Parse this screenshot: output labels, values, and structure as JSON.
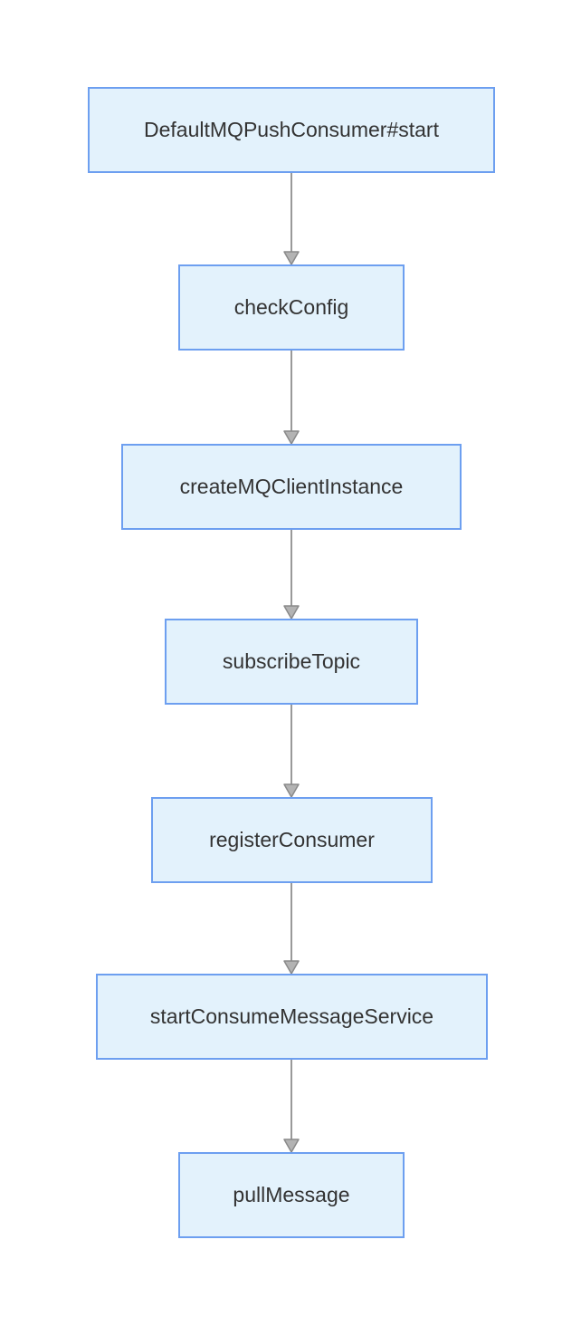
{
  "diagram": {
    "type": "flowchart",
    "direction": "top-down"
  },
  "nodes": [
    {
      "label": "DefaultMQPushConsumer#start"
    },
    {
      "label": "checkConfig"
    },
    {
      "label": "createMQClientInstance"
    },
    {
      "label": "subscribeTopic"
    },
    {
      "label": "registerConsumer"
    },
    {
      "label": "startConsumeMessageService"
    },
    {
      "label": "pullMessage"
    }
  ],
  "edges": [
    {
      "from": "DefaultMQPushConsumer#start",
      "to": "checkConfig"
    },
    {
      "from": "checkConfig",
      "to": "createMQClientInstance"
    },
    {
      "from": "createMQClientInstance",
      "to": "subscribeTopic"
    },
    {
      "from": "subscribeTopic",
      "to": "registerConsumer"
    },
    {
      "from": "registerConsumer",
      "to": "startConsumeMessageService"
    },
    {
      "from": "startConsumeMessageService",
      "to": "pullMessage"
    }
  ],
  "colors": {
    "background": "#ffffff",
    "node_fill": "#e3f2fc",
    "node_border": "#6d9ff0",
    "node_text": "#333333",
    "arrow_line": "#999999",
    "arrowhead_fill": "#b3b3b3",
    "arrowhead_stroke": "#8a8a8a"
  }
}
